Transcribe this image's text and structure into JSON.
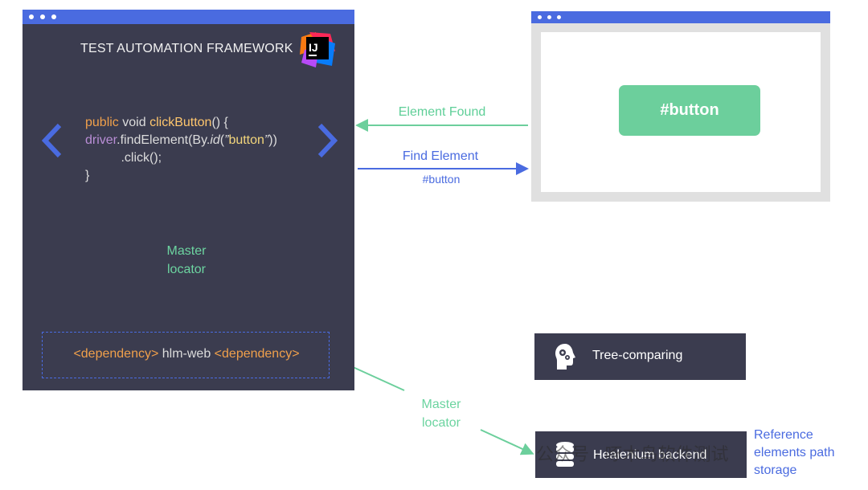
{
  "ide": {
    "title": "TEST AUTOMATION FRAMEWORK",
    "logo_text": "IJ",
    "code": {
      "kw_public": "public",
      "kw_void": "void",
      "method": "clickButton",
      "sig_rest": "() {",
      "driver": "driver",
      "find_call": ".findElement(By.",
      "id_call": "id",
      "open_paren": "(",
      "open_quote": "”",
      "string_literal": "button",
      "close_quote": "”",
      "close_parens": "))",
      "click_call": ".click();",
      "close_brace": "}"
    },
    "dependency": {
      "open_tag": "<dependency>",
      "artifact": " hlm-web ",
      "close_tag": "<dependency>"
    },
    "master_locator": [
      "Master",
      "locator"
    ]
  },
  "browser": {
    "button_label": "#button"
  },
  "arrows": {
    "element_found": "Element Found",
    "find_element": "Find Element",
    "find_element_sub": "#button"
  },
  "master_locator_2": [
    "Master",
    "locator"
  ],
  "tree_comparing": "Tree-comparing",
  "backend": "Healenium backend",
  "reference": [
    "Reference",
    "elements path",
    "storage"
  ],
  "watermark": "公众号 · 啄木鸟软件测试",
  "colors": {
    "panel": "#3b3c4f",
    "accent_blue": "#4a6be0",
    "accent_green": "#6ccf9c",
    "code_orange": "#f0a04b"
  }
}
